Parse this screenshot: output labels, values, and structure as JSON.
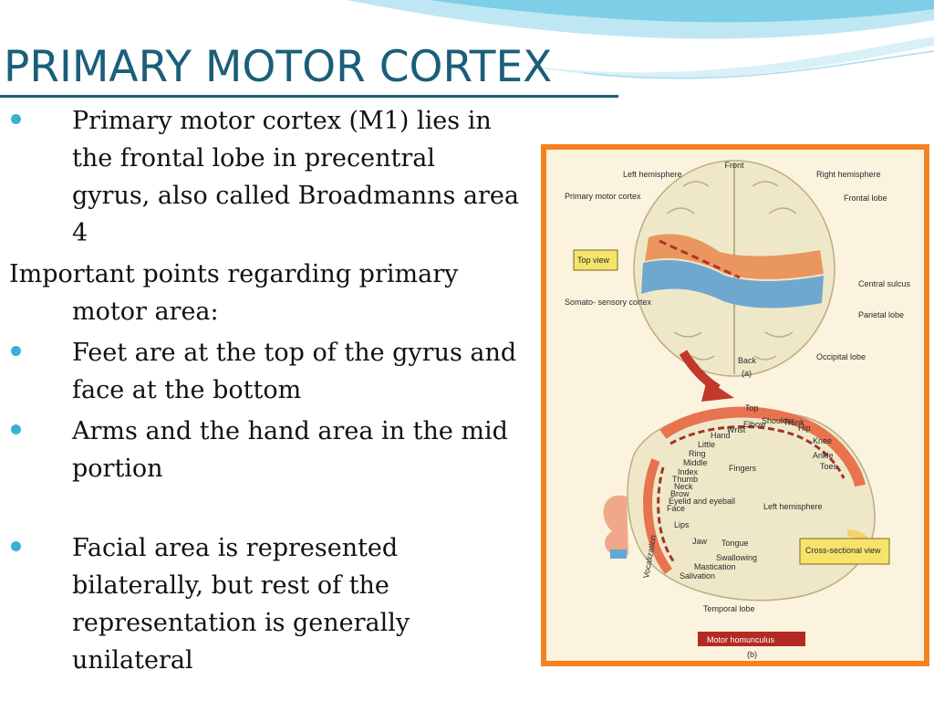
{
  "slide": {
    "title": "PRIMARY MOTOR CORTEX",
    "content": [
      {
        "bullet": true,
        "text": "Primary motor cortex (M1) lies in the frontal lobe in precentral gyrus, also called Broadmanns area 4"
      },
      {
        "bullet": false,
        "text": "Important points regarding primary motor area:"
      },
      {
        "bullet": true,
        "text": "Feet are at the top of the gyrus and face at the bottom"
      },
      {
        "bullet": true,
        "text": "Arms and the hand area in the mid portion"
      },
      {
        "bullet": true,
        "text": "Facial area is represented bilaterally, but rest of the representation is generally unilateral"
      }
    ]
  },
  "colors": {
    "title": "#1a5e7a",
    "bullet": "#3bb1d2",
    "figure_border": "#f58220",
    "motor_strip": "#e9975f",
    "sensory_strip": "#6fa8cf",
    "arrow": "#c0392b"
  },
  "figure": {
    "part_a": {
      "front": "Front",
      "back": "Back",
      "caption": "(a)",
      "left_hemisphere": "Left hemisphere",
      "right_hemisphere": "Right hemisphere",
      "primary_motor_cortex": "Primary motor cortex",
      "top_view": "Top view",
      "frontal_lobe": "Frontal lobe",
      "central_sulcus": "Central sulcus",
      "somatosensory_cortex": "Somato- sensory cortex",
      "parietal_lobe": "Parietal lobe",
      "occipital_lobe": "Occipital lobe"
    },
    "part_b": {
      "top": "Top",
      "left_hemisphere": "Left hemisphere",
      "cross_sectional_view": "Cross-sectional view",
      "temporal_lobe": "Temporal lobe",
      "motor_homunculus": "Motor homunculus",
      "caption": "(b)",
      "body_parts": [
        "Toes",
        "Ankle",
        "Knee",
        "Hip",
        "Trunk",
        "Shoulder",
        "Elbow",
        "Wrist",
        "Hand",
        "Little",
        "Ring",
        "Middle",
        "Index",
        "Thumb",
        "Neck",
        "Brow",
        "Eyelid and eyeball",
        "Face",
        "Lips",
        "Jaw",
        "Tongue",
        "Swallowing",
        "Mastication",
        "Salivation",
        "Vocalization",
        "Fingers"
      ]
    }
  }
}
